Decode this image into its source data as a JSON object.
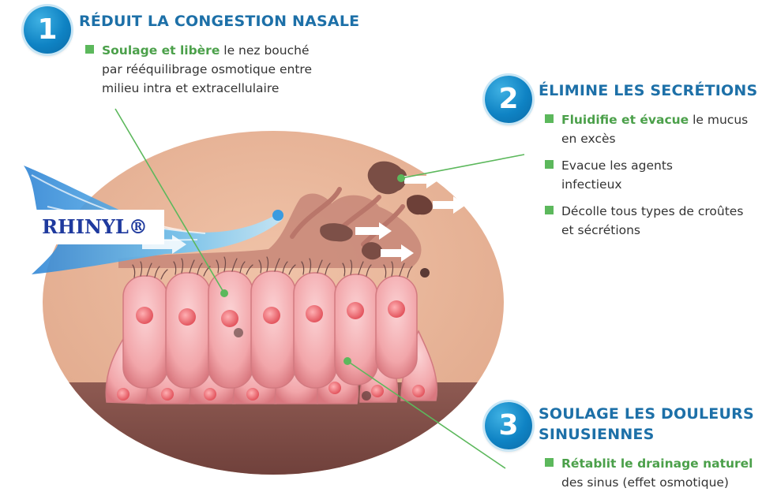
{
  "brand": "RHINYL®",
  "section1": {
    "number": "1",
    "heading": "RÉDUIT LA CONGESTION NASALE",
    "highlight": "Soulage et libère",
    "rest": " le nez bouché",
    "line2": "par rééquilibrage osmotique entre",
    "line3": "milieu intra et extracellulaire"
  },
  "section2": {
    "number": "2",
    "heading": "ÉLIMINE LES SECRÉTIONS",
    "b1_highlight": "Fluidifie et évacue",
    "b1_rest": " le mucus",
    "b1_line2": "en excès",
    "b2_line1": "Evacue les agents",
    "b2_line2": "infectieux",
    "b3_line1": "Décolle tous types de croûtes",
    "b3_line2": "et sécrétions"
  },
  "section3": {
    "number": "3",
    "heading_line1": "SOULAGE LES DOULEURS",
    "heading_line2": "SINUSIENNES",
    "highlight": "Rétablit le drainage naturel",
    "line2": "des sinus (effet osmotique)"
  },
  "colors": {
    "badge": "#0f83c4",
    "heading": "#1d70a8",
    "highlight": "#4ba04a",
    "oval": "#e8b69a",
    "tissue": "#7e4a44",
    "cell": "#f2a3a8",
    "spray": "#2a8fd6"
  }
}
